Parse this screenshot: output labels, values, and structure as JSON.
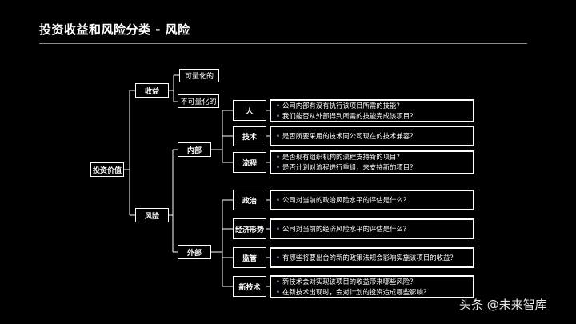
{
  "title": "投资收益和风险分类 - 风险",
  "root": "投资价值",
  "income": {
    "label": "收益",
    "children": [
      "可量化的",
      "不可量化的"
    ]
  },
  "risk": {
    "label": "风险",
    "internal": {
      "label": "内部",
      "items": [
        {
          "label": "人",
          "lines": [
            "公司内部有没有执行该项目所需的技能？",
            "我们能否从外部得到所需的技能完成该项目？"
          ]
        },
        {
          "label": "技术",
          "lines": [
            "是否所要采用的技术同公司现在的技术兼容？"
          ]
        },
        {
          "label": "流程",
          "lines": [
            "是否现有组织机构的流程支持新的项目？",
            "是否计划对流程进行重组，来支持新的项目？"
          ]
        }
      ]
    },
    "external": {
      "label": "外部",
      "items": [
        {
          "label": "政治",
          "lines": [
            "公司对当前的政治风险水平的评估是什么？"
          ]
        },
        {
          "label": "经济形势",
          "lines": [
            "公司对当前的经济风险水平的评估是什么？"
          ]
        },
        {
          "label": "监管",
          "lines": [
            "有哪些将要出台的新的政策法规会影响实施该项目的收益？"
          ]
        },
        {
          "label": "新技术",
          "lines": [
            "新技术会对实现该项目的收益带来哪些风险？",
            "在新技术出现时，会对计划的投资造成哪些影响？"
          ]
        }
      ]
    }
  },
  "bullet_char": "•",
  "watermark": "头条 @未来智库"
}
